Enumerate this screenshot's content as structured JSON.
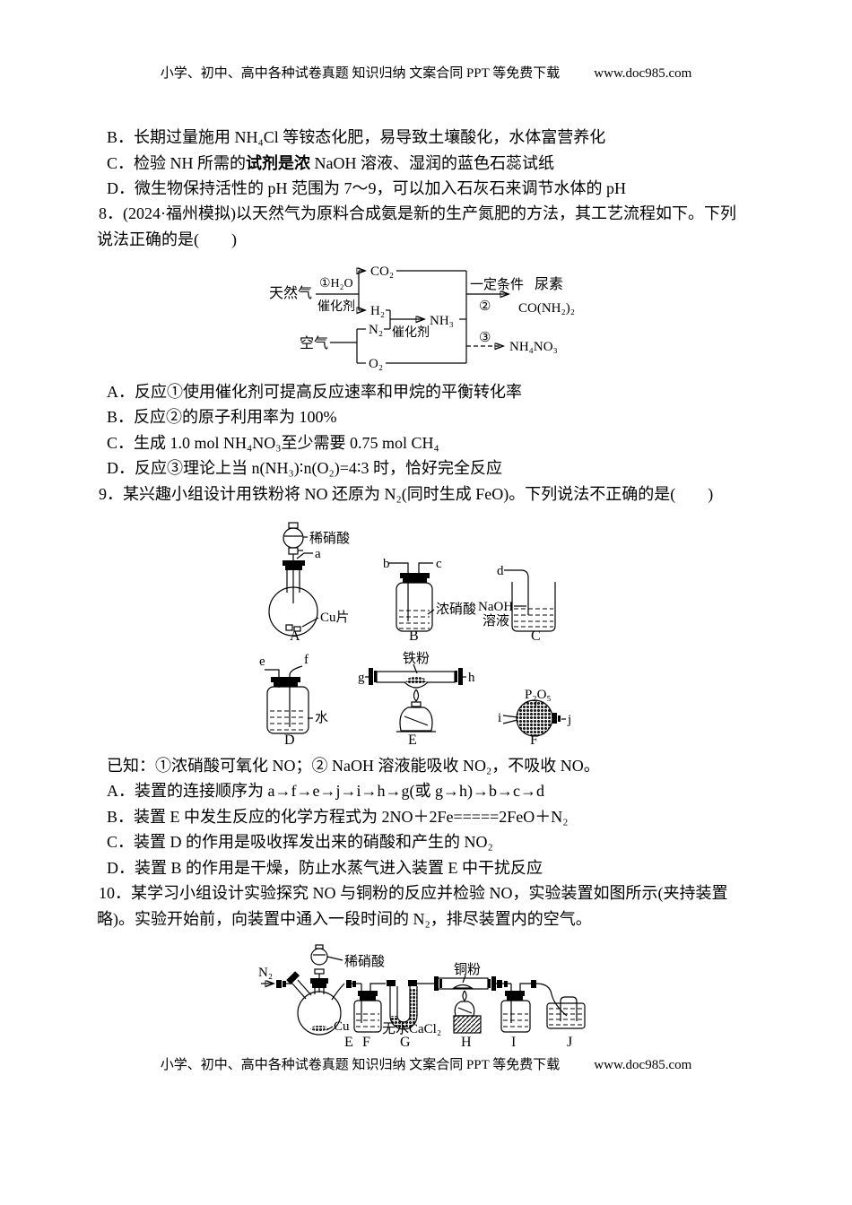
{
  "page": {
    "header_left": "小学、初中、高中各种试卷真题 知识归纳 文案合同 PPT 等免费下载",
    "header_right": "www.doc985.com",
    "footer_left": "小学、初中、高中各种试卷真题 知识归纳 文案合同 PPT 等免费下载",
    "footer_right": "www.doc985.com"
  },
  "q7": {
    "opt_b": "B．长期过量施用 NH₄Cl 等铵态化肥，易导致土壤酸化，水体富营养化",
    "opt_c_pre": "C．检验 NH 所需的",
    "opt_c_bold": "试剂是浓",
    "opt_c_post": " NaOH 溶液、湿润的蓝色石蕊试纸",
    "opt_d": "D．微生物保持活性的 pH 范围为 7～9，可以加入石灰石来调节水体的 pH"
  },
  "q8": {
    "stem_line1": "8．(2024·福州模拟)以天然气为原料合成氨是新的生产氮肥的方法，其工艺流程如下。下列",
    "stem_line2": "说法正确的是(　　)",
    "opt_a": "A．反应①使用催化剂可提高反应速率和甲烷的平衡转化率",
    "opt_b": "B．反应②的原子利用率为 100%",
    "opt_c": "C．生成 1.0 mol NH₄NO₃至少需要 0.75 mol CH₄",
    "opt_d": "D．反应③理论上当 n(NH₃)∶n(O₂)=4∶3 时，恰好完全反应",
    "flow": {
      "natural_gas": "天然气",
      "step1": "①H₂O",
      "catalyst1": "催化剂",
      "co2": "CO₂",
      "h2": "H₂",
      "n2": "N₂",
      "catalyst2": "催化剂",
      "nh3": "NH₃",
      "air": "空气",
      "o2": "O₂",
      "condition": "一定条件",
      "step2": "②",
      "urea": "尿素",
      "urea_formula": "CO(NH₂)₂",
      "step3": "③",
      "nh4no3": "NH₄NO₃"
    }
  },
  "q9": {
    "stem": "9．某兴趣小组设计用铁粉将 NO 还原为 N₂(同时生成 FeO)。下列说法不正确的是(　　)",
    "known": "已知：①浓硝酸可氧化 NO；② NaOH 溶液能吸收 NO₂，不吸收 NO。",
    "opt_a": "A．装置的连接顺序为 a→f→e→j→i→h→g(或 g→h)→b→c→d",
    "opt_b": "B．装置 E 中发生反应的化学方程式为 2NO＋2Fe=====2FeO＋N₂",
    "opt_c": "C．装置 D 的作用是吸收挥发出来的硝酸和产生的 NO₂",
    "opt_d": "D．装置 B 的作用是干燥，防止水蒸气进入装置 E 中干扰反应",
    "apparatus": {
      "dilute_acid": "稀硝酸",
      "port_a": "a",
      "cu_piece": "Cu片",
      "label_a": "A",
      "port_b": "b",
      "port_c": "c",
      "conc_acid": "浓硝酸",
      "label_b": "B",
      "port_d": "d",
      "naoh_line1": "NaOH",
      "naoh_line2": "溶液",
      "label_c": "C",
      "port_e": "e",
      "port_f": "f",
      "water": "水",
      "label_d": "D",
      "iron_powder": "铁粉",
      "port_g": "g",
      "port_h": "h",
      "label_e": "E",
      "p2o5": "P₂O₅",
      "port_i": "i",
      "port_j": "j",
      "label_f": "F"
    }
  },
  "q10": {
    "stem_line1": "10．某学习小组设计实验探究 NO 与铜粉的反应并检验 NO，实验装置如图所示(夹持装置",
    "stem_line2": "略)。实验开始前，向装置中通入一段时间的 N₂，排尽装置内的空气。",
    "apparatus": {
      "n2": "N₂",
      "dilute_acid": "稀硝酸",
      "cu": "Cu",
      "cacl2": "无水CaCl₂",
      "copper_powder": "铜粉",
      "label_e": "E",
      "label_f": "F",
      "label_g": "G",
      "label_h": "H",
      "label_i": "I",
      "label_j": "J"
    }
  }
}
